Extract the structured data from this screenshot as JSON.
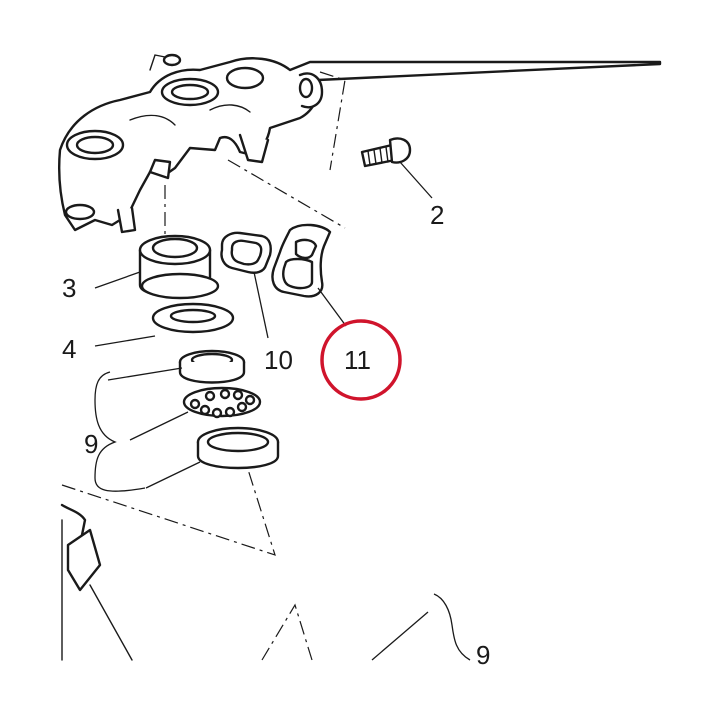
{
  "callouts": {
    "part_2": "2",
    "part_3": "3",
    "part_4": "4",
    "part_9": "9",
    "part_9_lower": "9",
    "part_10": "10",
    "part_11": "11"
  },
  "highlight": {
    "target": "11",
    "color": "#d0142c"
  },
  "colors": {
    "line": "#1a1a1a",
    "background": "#ffffff"
  }
}
